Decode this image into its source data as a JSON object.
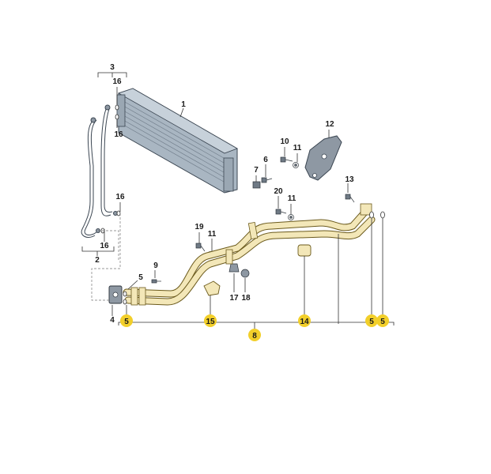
{
  "labels": {
    "l1": "1",
    "l2": "2",
    "l3": "3",
    "l4": "4",
    "l5a": "5",
    "l5b": "5",
    "l5c": "5",
    "l5d": "5",
    "l6": "6",
    "l7": "7",
    "l8": "8",
    "l9": "9",
    "l10": "10",
    "l11a": "11",
    "l11b": "11",
    "l11c": "11",
    "l12": "12",
    "l13": "13",
    "l14": "14",
    "l15": "15",
    "l16a": "16",
    "l16b": "16",
    "l16c": "16",
    "l16d": "16",
    "l17": "17",
    "l18": "18",
    "l19": "19",
    "l20": "20"
  },
  "colors": {
    "callout_fill": "#f2cf2a",
    "pipe_fill": "#f3e7b8",
    "pipe_stroke": "#6b5a1c",
    "cooler_fill": "#a9b6c2",
    "cooler_stroke": "#3b4652",
    "bracket_fill": "#8e98a3"
  }
}
